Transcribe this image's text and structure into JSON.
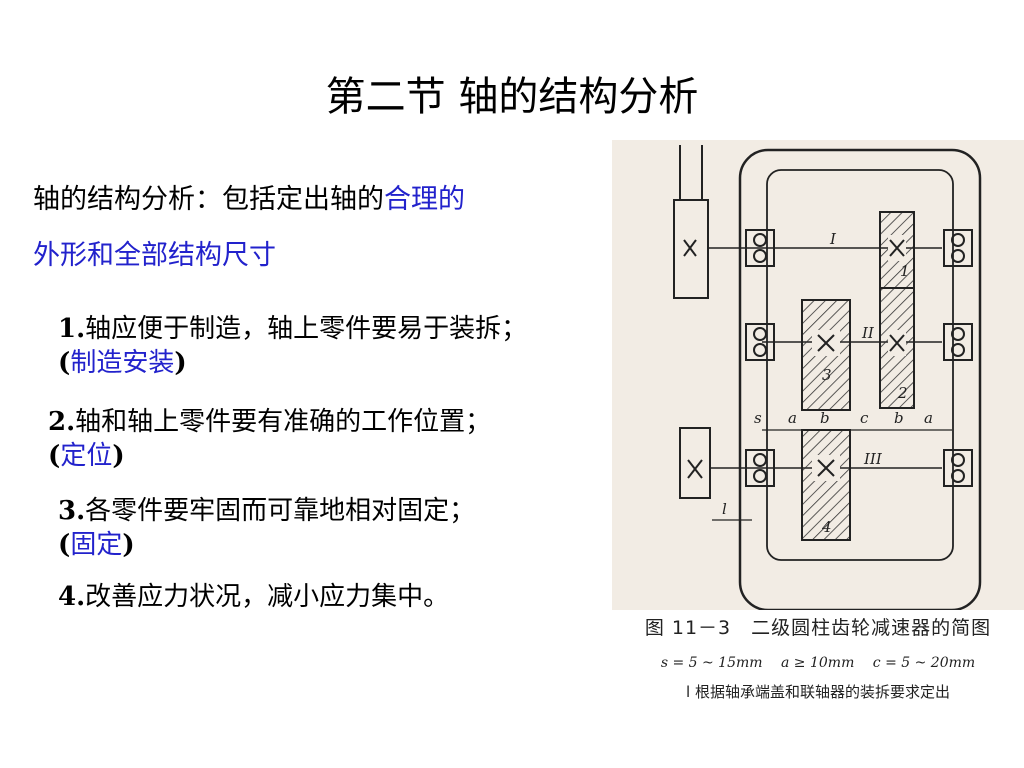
{
  "title": "第二节 轴的结构分析",
  "intro": {
    "text": "轴的结构分析：包括定出轴的",
    "highlight1": "合理的",
    "highlight2": "外形和全部结构尺寸"
  },
  "points": [
    {
      "num": "1.",
      "text": "轴应便于制造，轴上零件要易于装拆；",
      "note_open": "(",
      "note": "制造安装",
      "note_close": ")"
    },
    {
      "num": "2.",
      "text": "轴和轴上零件要有准确的工作位置；",
      "note_open": "(",
      "note": "定位",
      "note_close": ")"
    },
    {
      "num": "3.",
      "text": "各零件要牢固而可靠地相对固定；",
      "note_open": "(",
      "note": "固定",
      "note_close": ")"
    },
    {
      "num": "4.",
      "text": "改善应力状况，减小应力集中。"
    }
  ],
  "figure": {
    "labels": {
      "shaft1": "I",
      "shaft2": "II",
      "shaft3": "III",
      "gear1": "1",
      "gear2": "2",
      "gear3": "3",
      "gear4": "4",
      "dim_s": "s",
      "dim_a": "a",
      "dim_b": "b",
      "dim_c": "c",
      "dim_l": "l"
    },
    "caption": "图 11－3　二级圆柱齿轮减速器的简图",
    "params": "s = 5 ~ 15mm　 a ≥ 10mm　 c = 5 ~ 20mm",
    "note": "l 根据轴承端盖和联轴器的装拆要求定出"
  },
  "colors": {
    "accent": "#2222cc",
    "figure_bg": "#f2ece4"
  }
}
